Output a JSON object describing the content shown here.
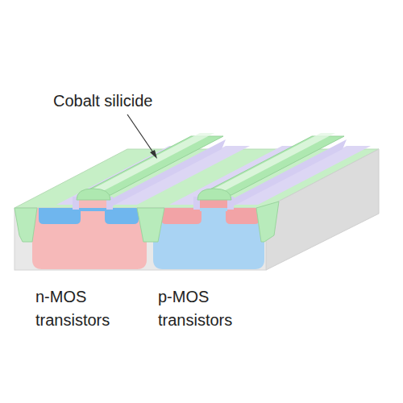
{
  "diagram": {
    "labels": [
      "Cobalt silicide",
      "n-MOS transistors",
      "p-MOS transistors"
    ]
  }
}
